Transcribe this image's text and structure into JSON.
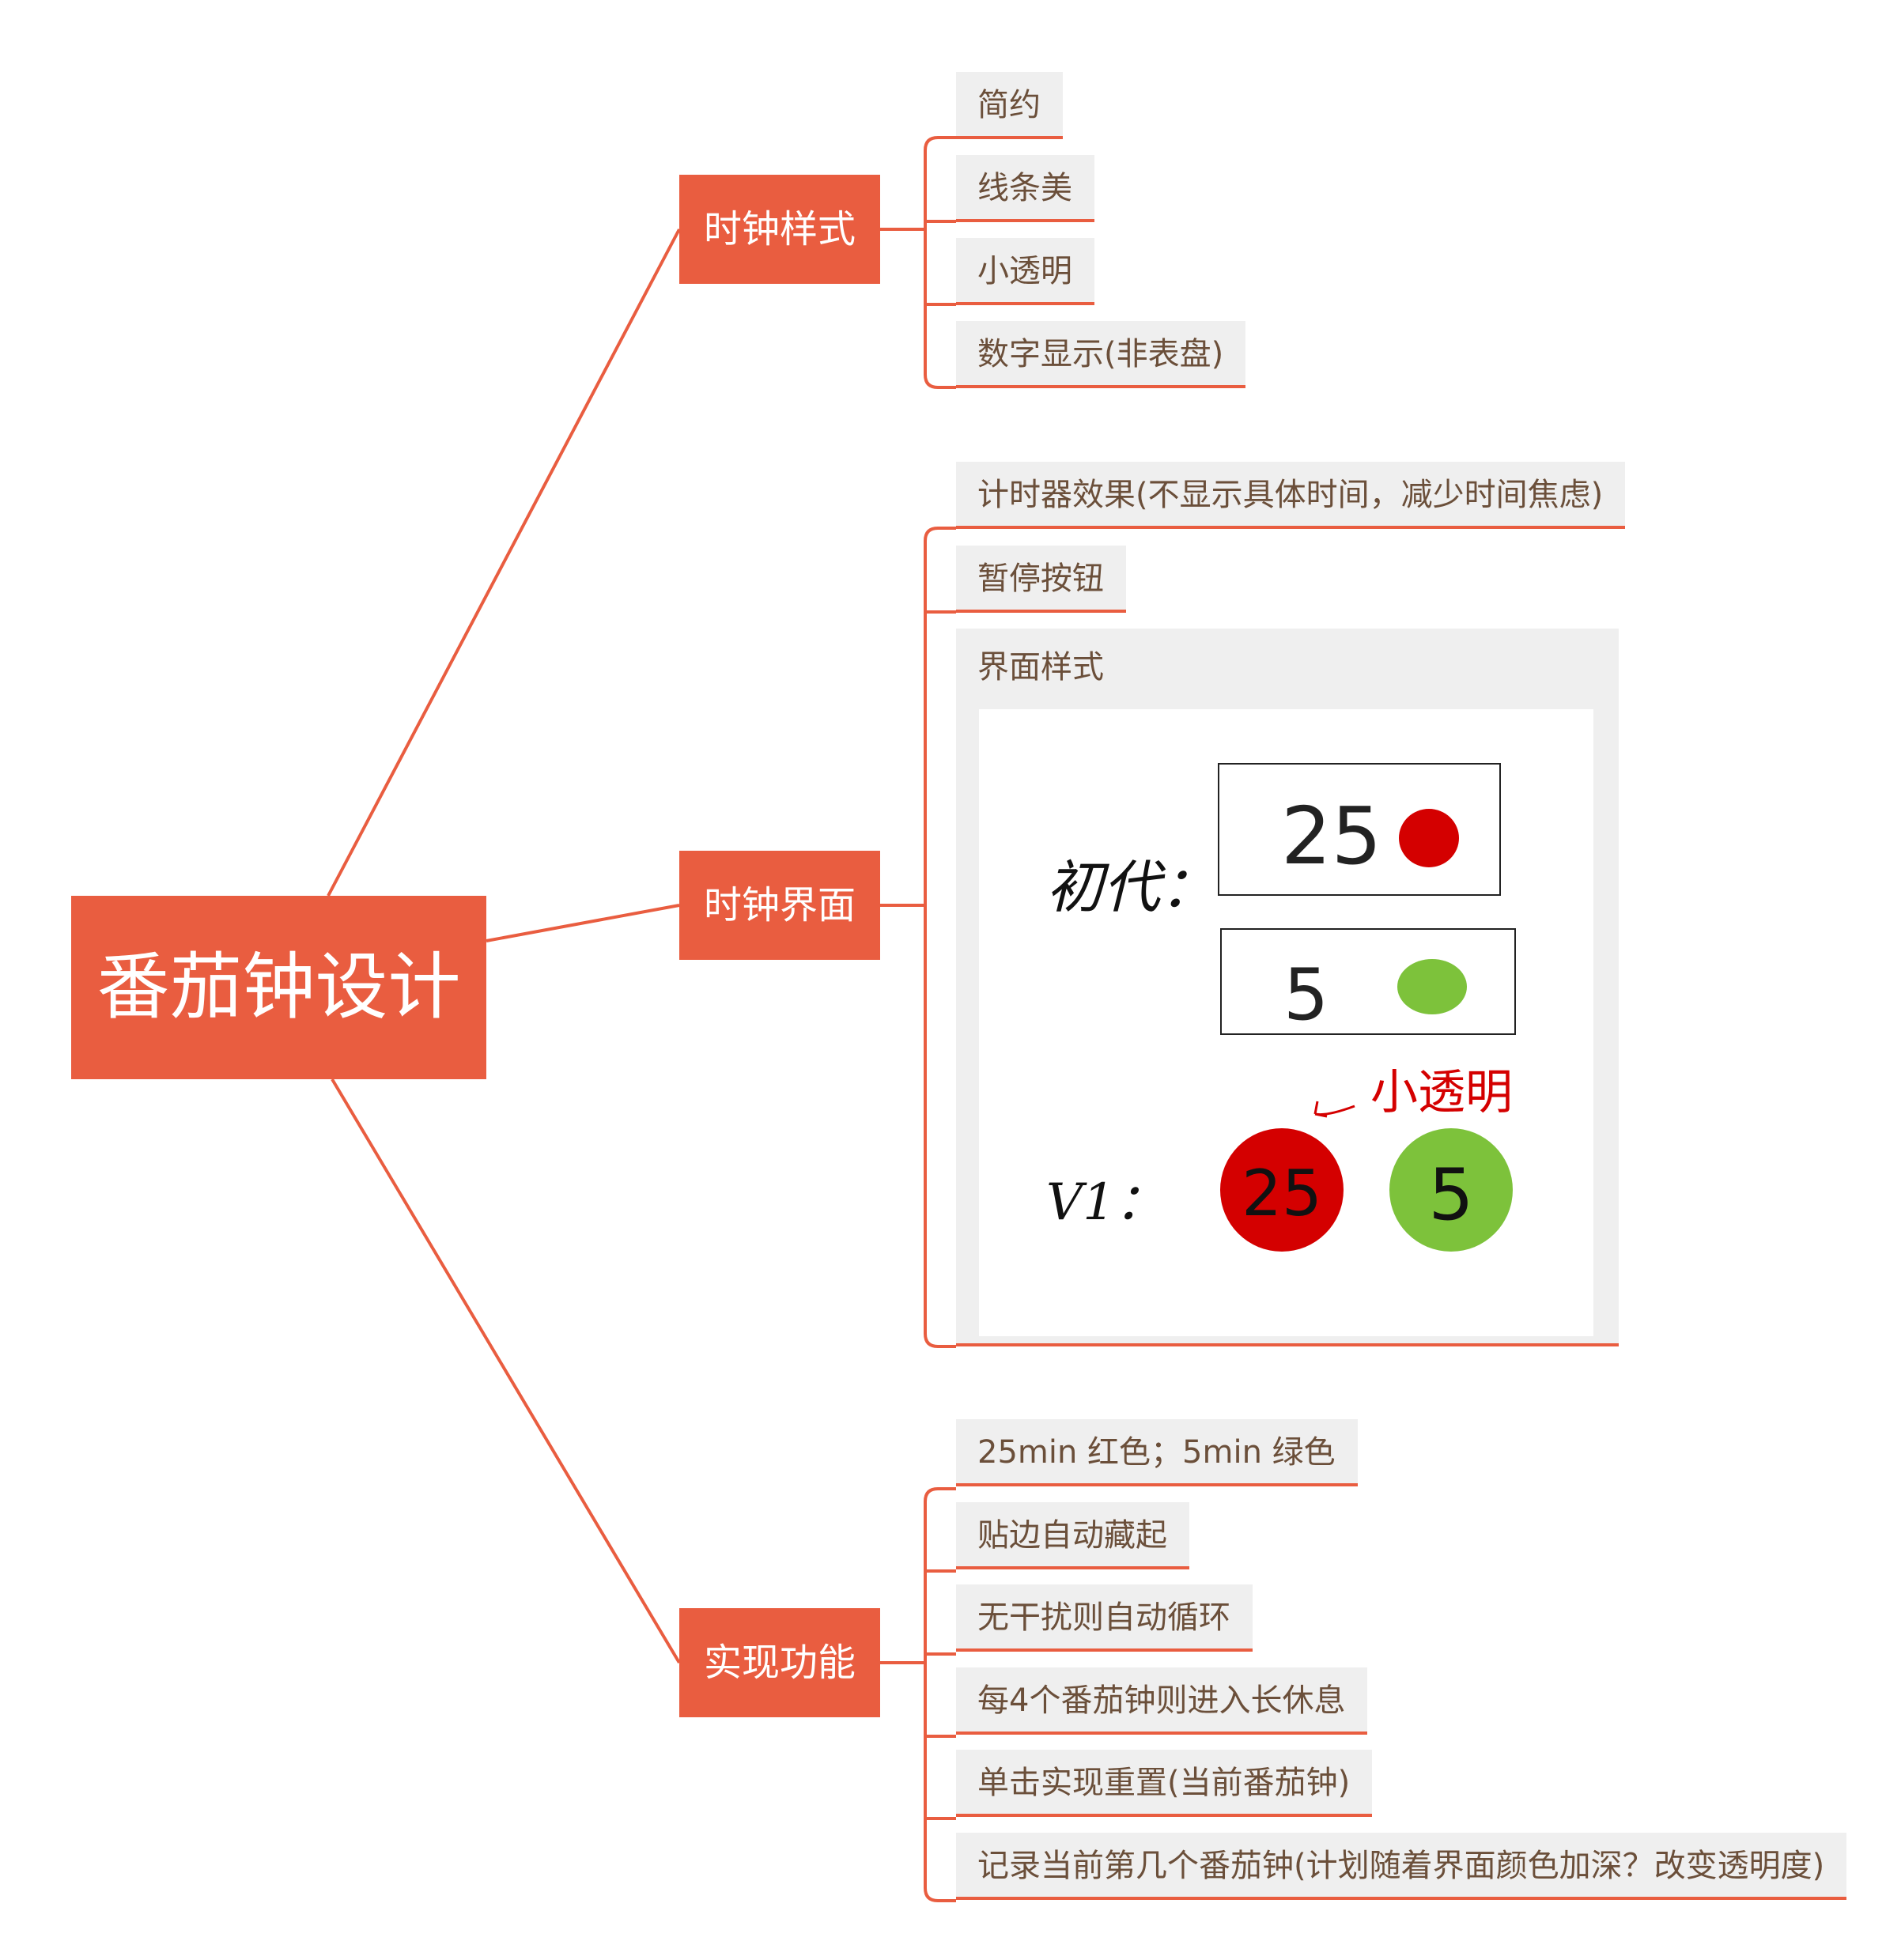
{
  "root": {
    "title": "番茄钟设计"
  },
  "branches": [
    {
      "label": "时钟样式",
      "items": [
        "简约",
        "线条美",
        "小透明",
        "数字显示(非表盘)"
      ]
    },
    {
      "label": "时钟界面",
      "items": [
        "计时器效果(不显示具体时间，减少时间焦虑)",
        "暂停按钮",
        "界面样式"
      ]
    },
    {
      "label": "实现功能",
      "items": [
        "25min 红色；5min 绿色",
        "贴边自动藏起",
        "无干扰则自动循环",
        "每4个番茄钟则进入长休息",
        "单击实现重置(当前番茄钟)",
        "记录当前第几个番茄钟(计划随着界面颜色加深？改变透明度)"
      ]
    }
  ],
  "sketch": {
    "v0_label": "初代：",
    "v1_label": "V1：",
    "box1_number": "25",
    "box2_number": "5",
    "circle_red_number": "25",
    "circle_green_number": "5",
    "annotation": "小透明"
  },
  "colors": {
    "accent": "#E95D40",
    "leaf_bg": "#EFEFEF",
    "leaf_text": "#6B4F3A",
    "sketch_red": "#D40000",
    "sketch_green": "#7DC23B"
  }
}
